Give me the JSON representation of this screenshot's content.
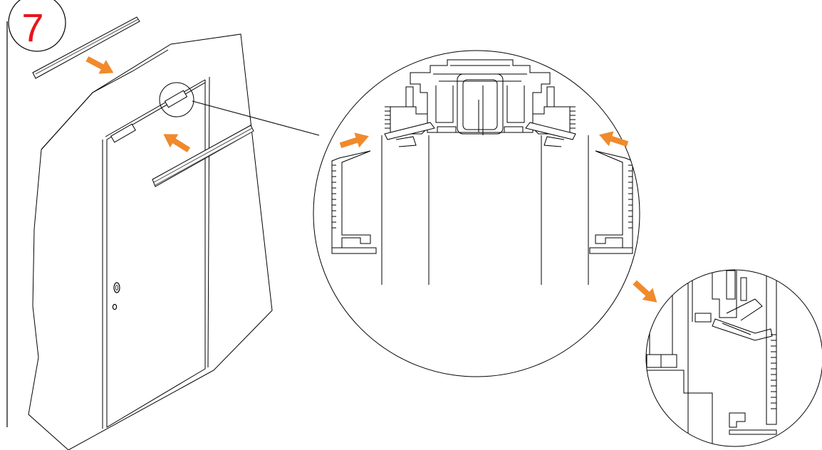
{
  "step": {
    "number": "7",
    "color": "#e8141a"
  },
  "colors": {
    "arrow": "#f08a2c",
    "line": "#000000",
    "background": "#ffffff"
  },
  "diagram": {
    "overview_icons": [
      "wall-panel",
      "door-leaf",
      "door-handle-icon",
      "lock-cylinder-icon",
      "top-track-rail",
      "side-cover-profile"
    ],
    "detail_views": [
      "track-cross-section-detail",
      "cover-clip-close-up-detail"
    ],
    "arrows": [
      "arrow-cover-down",
      "arrow-cover-in",
      "arrow-left-cover-in",
      "arrow-right-cover-in",
      "arrow-zoom-detail"
    ]
  }
}
